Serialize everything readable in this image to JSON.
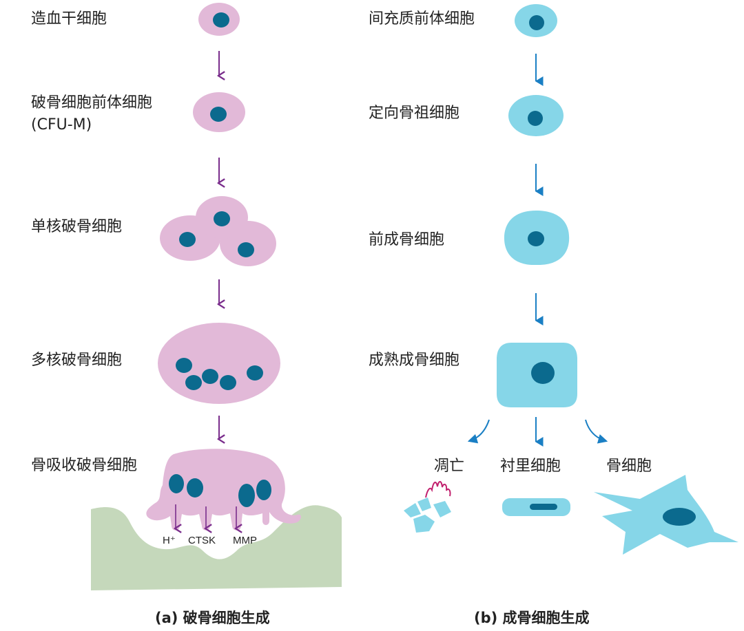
{
  "colors": {
    "osteoclast_cell": "#e2b9d8",
    "osteoblast_cell": "#86d6e8",
    "nucleus": "#0b6a8e",
    "arrow_left": "#7a2d8c",
    "arrow_right": "#1a7fc4",
    "bone": "#c5d8bb",
    "apoptosis_squiggle": "#c2226f",
    "text": "#222222"
  },
  "left": {
    "stages": [
      {
        "label": "造血干细胞"
      },
      {
        "label": "破骨细胞前体细胞",
        "sublabel": "(CFU-M)"
      },
      {
        "label": "单核破骨细胞"
      },
      {
        "label": "多核破骨细胞"
      },
      {
        "label": "骨吸收破骨细胞"
      }
    ],
    "secretions": [
      "H⁺",
      "CTSK",
      "MMP"
    ],
    "caption": "(a) 破骨细胞生成"
  },
  "right": {
    "stages": [
      {
        "label": "间充质前体细胞"
      },
      {
        "label": "定向骨祖细胞"
      },
      {
        "label": "前成骨细胞"
      },
      {
        "label": "成熟成骨细胞"
      }
    ],
    "fates": [
      "凋亡",
      "衬里细胞",
      "骨细胞"
    ],
    "caption": "(b) 成骨细胞生成"
  }
}
